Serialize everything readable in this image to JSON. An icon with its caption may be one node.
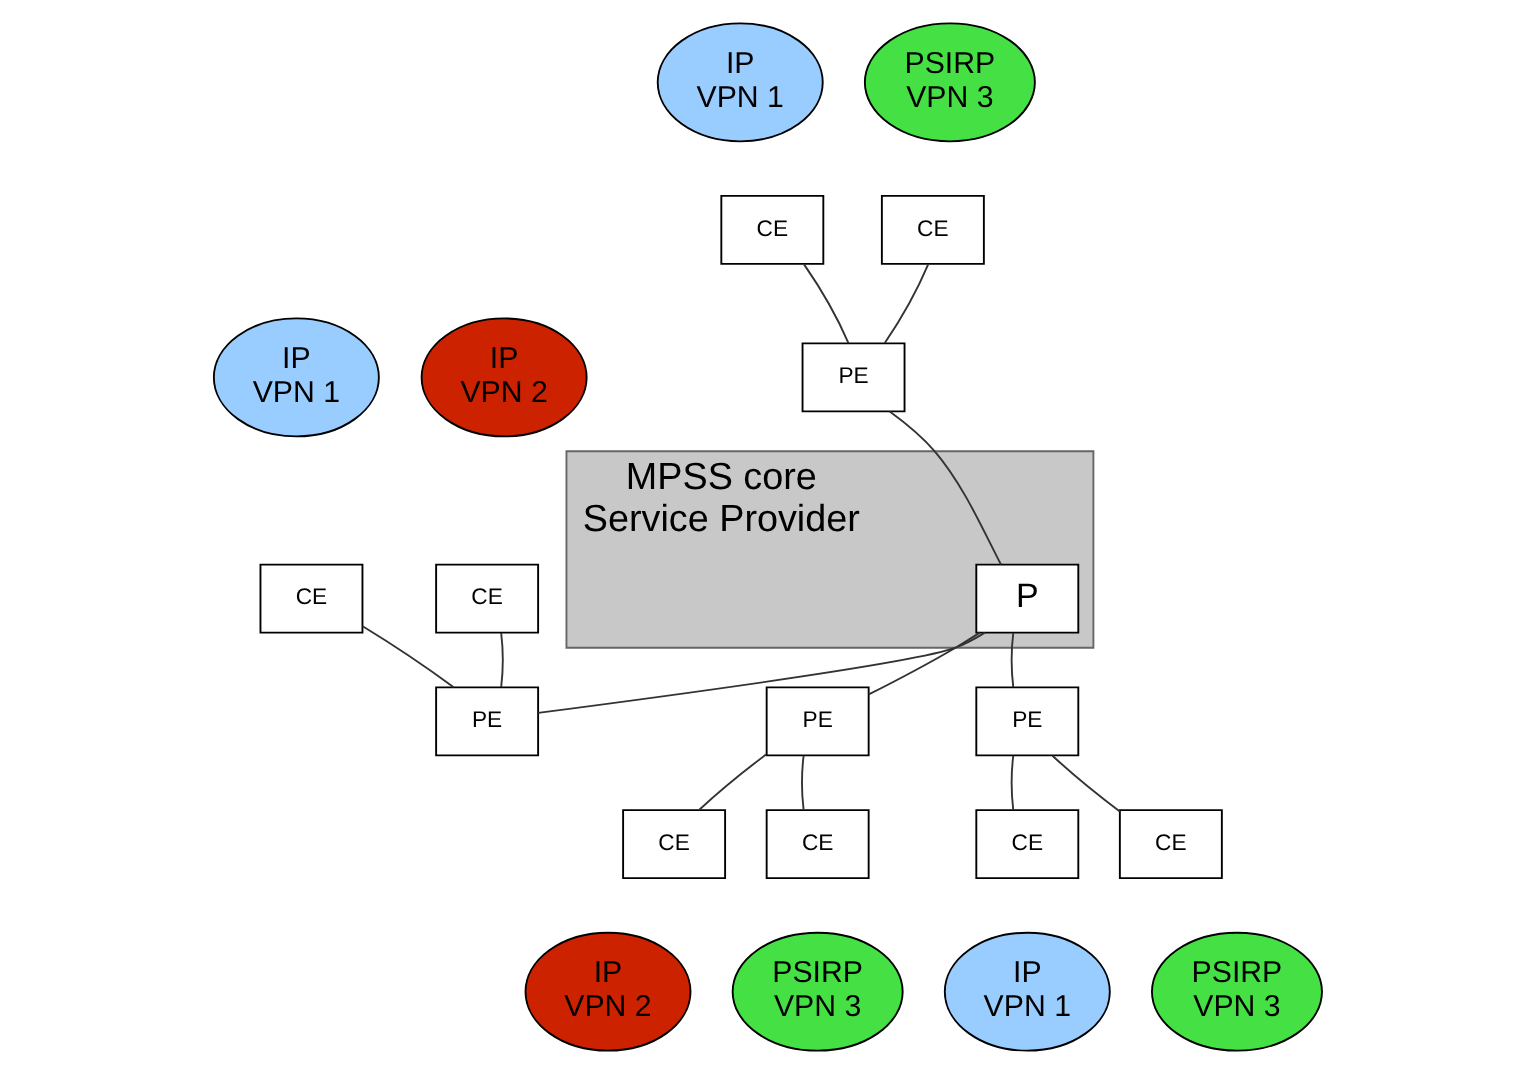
{
  "diagram": {
    "nodes": [
      {
        "text": [
          "MPSS core",
          "Service Provider"
        ]
      },
      {
        "text": [
          "P"
        ],
        "in": 0
      },
      {
        "text": [
          "PE"
        ]
      },
      {
        "text": [
          "PE"
        ]
      },
      {
        "text": [
          "PE"
        ]
      },
      {
        "text": [
          "PE"
        ]
      },
      {
        "text": [
          "IP",
          "VPN 1"
        ]
      },
      {
        "text": [
          "CE"
        ]
      },
      {
        "text": [
          "PSIRP",
          "VPN 3"
        ]
      },
      {
        "text": [
          "CE"
        ]
      },
      {
        "text": [
          "IP",
          "VPN 1"
        ]
      },
      {
        "text": [
          "CE"
        ]
      },
      {
        "text": [
          "IP",
          "VPN 2"
        ]
      },
      {
        "text": [
          "CE"
        ]
      },
      {
        "text": [
          "IP",
          "VPN 2"
        ]
      },
      {
        "text": [
          "CE"
        ]
      },
      {
        "text": [
          "PSIRP",
          "VPN 3"
        ]
      },
      {
        "text": [
          "CE"
        ]
      },
      {
        "text": [
          "IP",
          "VPN 1"
        ]
      },
      {
        "text": [
          "CE"
        ]
      },
      {
        "text": [
          "PSIRP",
          "VPN 3"
        ]
      },
      {
        "text": [
          "CE"
        ]
      }
    ],
    "edges": [
      {
        "from": 1,
        "to": 2,
        "arrow": "none"
      },
      {
        "from": 1,
        "to": 3,
        "arrow": "none"
      },
      {
        "from": 1,
        "to": 4,
        "arrow": "none"
      },
      {
        "from": 1,
        "to": 5,
        "arrow": "none"
      },
      {
        "from": 2,
        "to": 7,
        "arrow": "none"
      },
      {
        "from": 2,
        "to": 9,
        "arrow": "none"
      },
      {
        "from": 3,
        "to": 11,
        "arrow": "none"
      },
      {
        "from": 3,
        "to": 15,
        "arrow": "none"
      },
      {
        "from": 4,
        "to": 13,
        "arrow": "none"
      },
      {
        "from": 4,
        "to": 17,
        "arrow": "none"
      },
      {
        "from": 5,
        "to": 19,
        "arrow": "none"
      },
      {
        "from": 5,
        "to": 21,
        "arrow": "none"
      }
    ]
  }
}
